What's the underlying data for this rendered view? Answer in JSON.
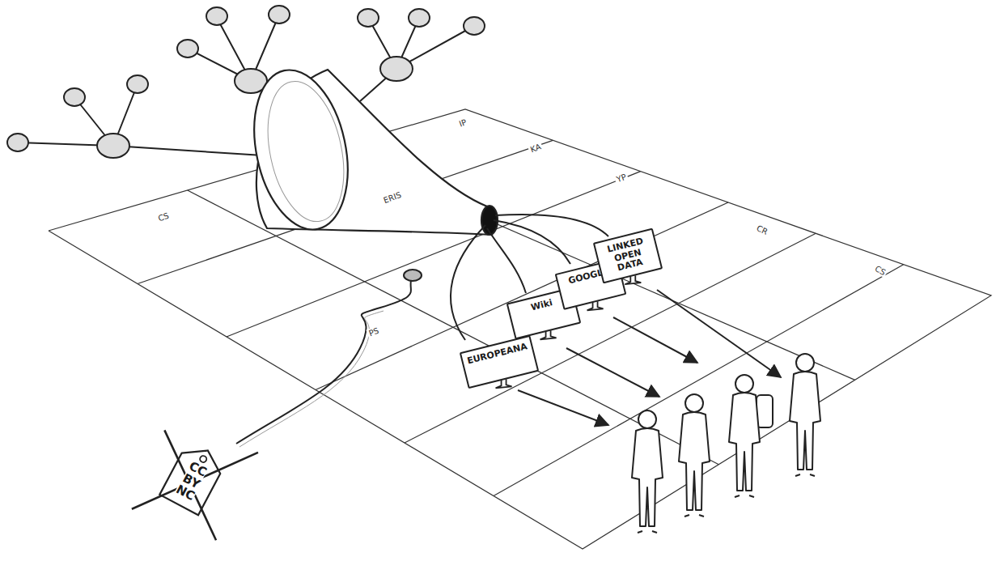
{
  "diagram": {
    "nodes": [
      {
        "text": [
          "EUROPEANA"
        ]
      },
      {
        "text": [
          "Wiki"
        ]
      },
      {
        "text": [
          "GOOGLE"
        ]
      },
      {
        "text": [
          "LINKED OPEN DATA"
        ]
      },
      {
        "text": [
          "CC BY NC"
        ]
      }
    ],
    "labels": [
      "IP",
      "KA",
      "YP",
      "ERIS",
      "CS",
      "CR",
      "CS",
      "PS"
    ]
  }
}
